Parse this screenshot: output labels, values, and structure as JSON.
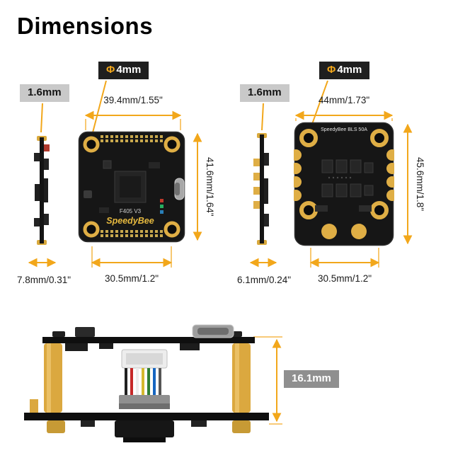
{
  "title": "Dimensions",
  "colors": {
    "dimension_accent": "#F2A71B",
    "badge_dark_bg": "#1F1F1F",
    "badge_light_bg": "#C9C9C9",
    "badge_gray_bg": "#8F8F8F",
    "pcb_black": "#161616",
    "pad_gold": "#DFAE45"
  },
  "fc": {
    "hole_symbol": "Φ",
    "hole_value": "4mm",
    "thickness": "1.6mm",
    "width": "39.4mm/1.55\"",
    "height": "41.6mm/1.64\"",
    "edge_offset": "7.8mm/0.31\"",
    "hole_spacing": "30.5mm/1.2\"",
    "board_brand": "SpeedyBee",
    "board_model": "F405 V3"
  },
  "esc": {
    "hole_symbol": "Φ",
    "hole_value": "4mm",
    "thickness": "1.6mm",
    "width": "44mm/1.73\"",
    "height": "45.6mm/1.8\"",
    "edge_offset": "6.1mm/0.24\"",
    "hole_spacing": "30.5mm/1.2\"",
    "board_label": "SpeedyBee BLS 50A"
  },
  "stack": {
    "height": "16.1mm"
  }
}
